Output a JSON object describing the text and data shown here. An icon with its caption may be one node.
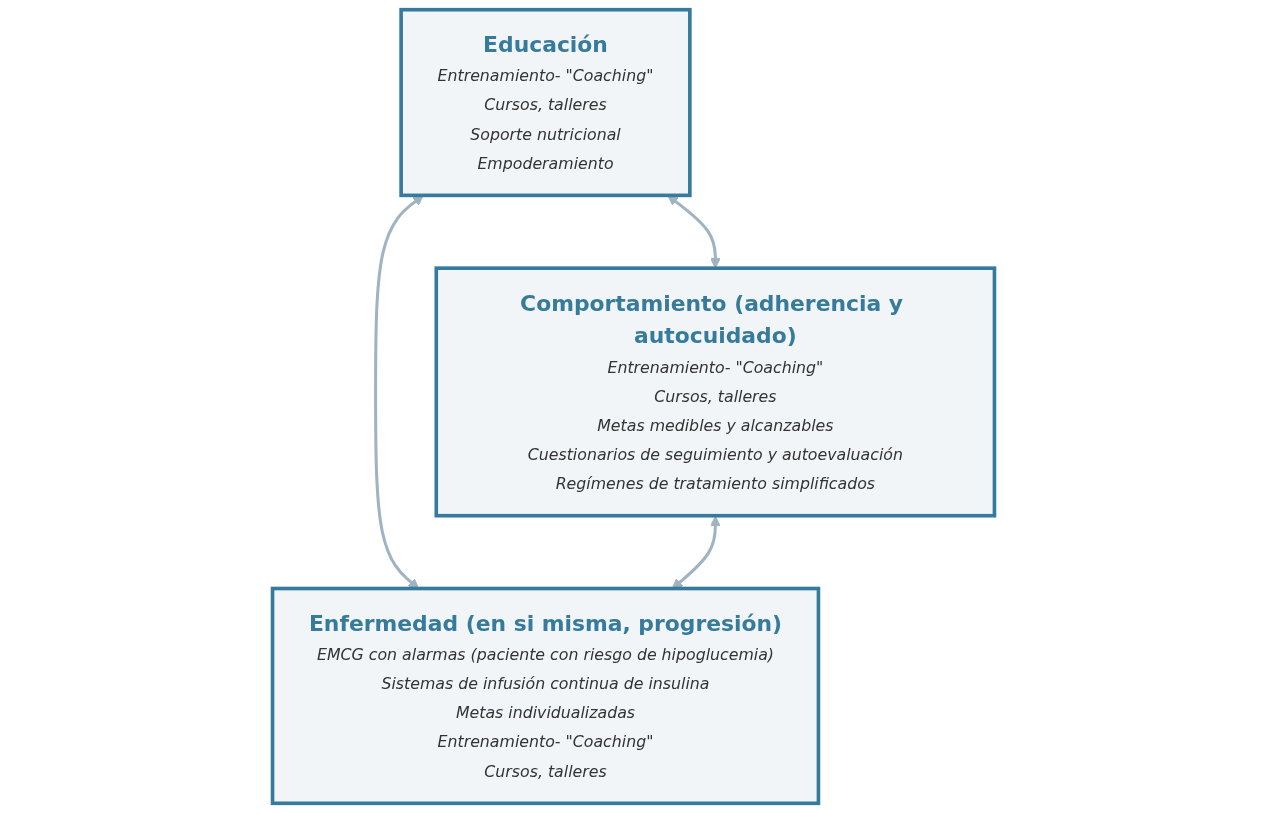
{
  "diagram": {
    "nodes": [
      {
        "text": [
          "Educación",
          "Entrenamiento- \"Coaching\"",
          "Cursos, talleres",
          "Soporte nutricional",
          "Empoderamiento"
        ]
      },
      {
        "text": [
          "Comportamiento (adherencia y autocuidado)",
          "Entrenamiento- \"Coaching\"",
          "Cursos, talleres",
          "Metas medibles y alcanzables",
          "Cuestionarios de seguimiento y autoevaluación",
          "Regímenes de tratamiento simplificados"
        ]
      },
      {
        "text": [
          "Enfermedad (en si misma, progresión)",
          "EMCG con alarmas (paciente con riesgo de hipoglucemia)",
          "Sistemas de infusión continua de insulina",
          "Metas individualizadas",
          "Entrenamiento- \"Coaching\"",
          "Cursos, talleres"
        ]
      }
    ],
    "edges": [
      {
        "from": 0,
        "to": 1,
        "arrow": "both"
      },
      {
        "from": 0,
        "to": 2,
        "arrow": "both"
      },
      {
        "from": 1,
        "to": 2,
        "arrow": "both"
      }
    ]
  }
}
